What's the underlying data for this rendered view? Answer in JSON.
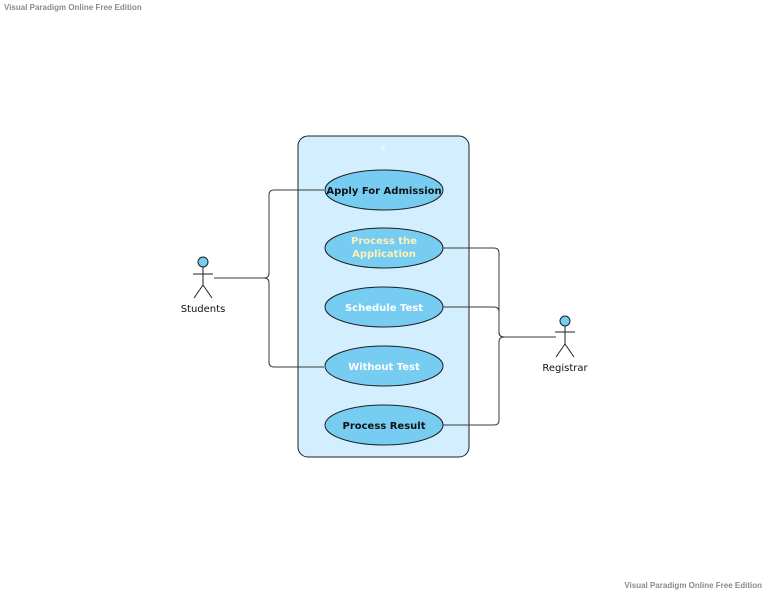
{
  "watermark_top": "Visual Paradigm Online Free Edition",
  "watermark_bottom": "Visual Paradigm Online Free Edition",
  "system": {
    "title": "s"
  },
  "actors": {
    "students": "Students",
    "registrar": "Registrar"
  },
  "use_cases": {
    "apply": "Apply For Admission",
    "process_line1": "Process the",
    "process_line2": "Application",
    "schedule": "Schedule Test",
    "without": "Without Test",
    "result": "Process Result"
  },
  "colors": {
    "boundary_fill": "#d3efff",
    "usecase_fill": "#77ccf2",
    "process_text": "#fdf0b8"
  }
}
